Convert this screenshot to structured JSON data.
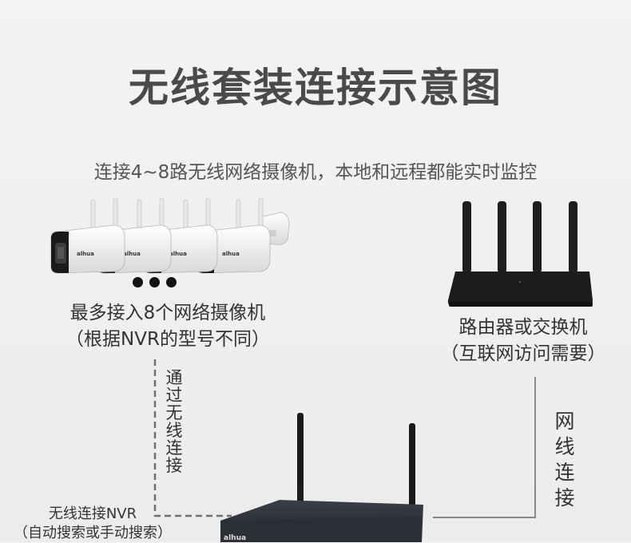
{
  "title": "无线套装连接示意图",
  "subtitle": "连接4~8路无线网络摄像机，本地和远程都能实时监控",
  "cameras": {
    "caption_line1": "最多接入8个网络摄像机",
    "caption_line2": "（根据NVR的型号不同）",
    "brand": "alhua"
  },
  "router": {
    "caption_line1": "路由器或交换机",
    "caption_line2": "（互联网访问需要）"
  },
  "wireless_link": {
    "label": [
      "通",
      "过",
      "无",
      "线",
      "连",
      "接"
    ]
  },
  "wired_link": {
    "label": [
      "网",
      "线",
      "连",
      "接"
    ]
  },
  "nvr": {
    "caption_line1": "无线连接NVR",
    "caption_line2": "（自动搜索或手动搜索）",
    "brand": "alhua"
  },
  "colors": {
    "title": "#4a4a4a",
    "device_dark": "#1c1c1c",
    "connector": "#8a8a8a"
  }
}
